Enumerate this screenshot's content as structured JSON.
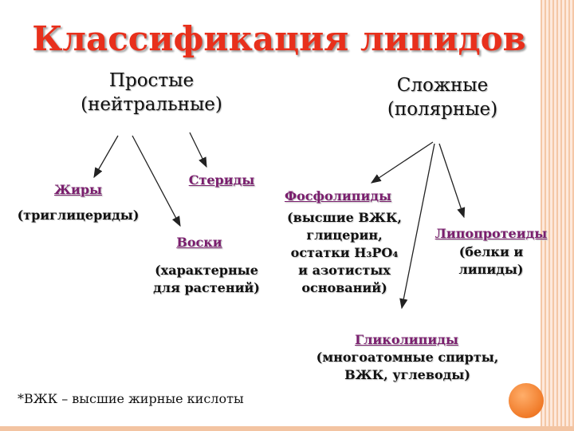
{
  "title": "Классификация липидов",
  "simple": {
    "line1": "Простые",
    "line2": "(нейтральные)"
  },
  "complex": {
    "line1": "Сложные",
    "line2": "(полярные)"
  },
  "fats": {
    "name": "Жиры",
    "desc": "(триглицериды)"
  },
  "sterides": {
    "name": "Стериды"
  },
  "waxes": {
    "name": "Воски",
    "desc1": "(характерные",
    "desc2": "для растений)"
  },
  "phospholipids": {
    "name": "Фосфолипиды",
    "desc1": "(высшие ВЖК,",
    "desc2": "глицерин,",
    "desc3": "остатки H₃PO₄",
    "desc4": "и азотистых",
    "desc5": "оснований)"
  },
  "lipoproteins": {
    "name": "Липопротеиды",
    "desc1": "(белки и",
    "desc2": "липиды)"
  },
  "glycolipids": {
    "name": "Гликолипиды",
    "desc1": "(многоатомные спирты,",
    "desc2": "ВЖК, углеводы)"
  },
  "footnote": "*ВЖК – высшие жирные кислоты",
  "colors": {
    "title": "#e8301c",
    "leaf": "#7a1e6e",
    "accent_circle": "#f07a28",
    "frame": "#f4c7a6"
  }
}
